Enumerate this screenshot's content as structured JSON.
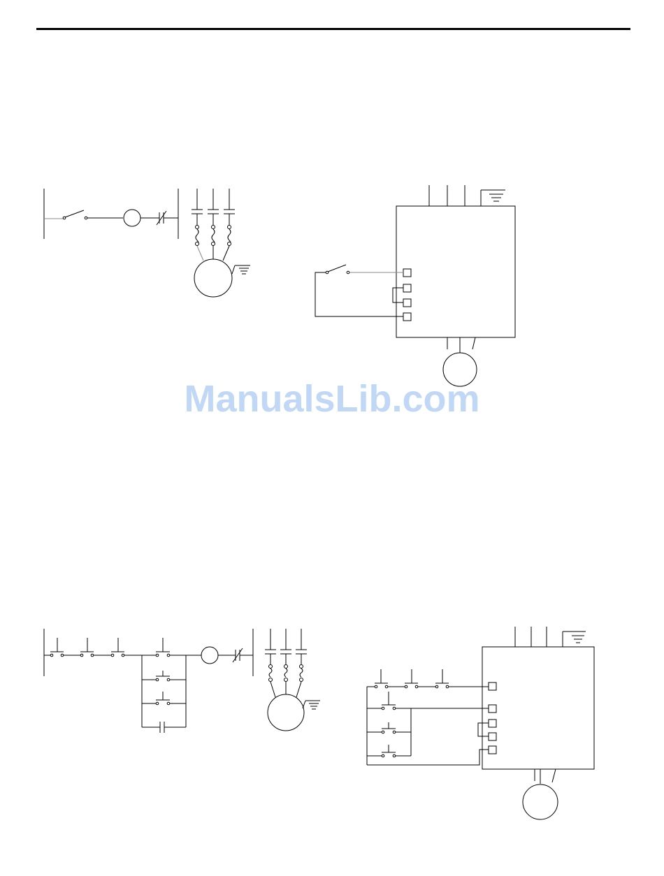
{
  "watermark": {
    "text": "ManualsLib.com",
    "color": "#69A0E6"
  },
  "diagrams": [
    {
      "id": "fig-a-ladder",
      "kind": "across-the-line motor starter ladder diagram, 2-wire control"
    },
    {
      "id": "fig-a-drive",
      "kind": "motor drive 2-wire control connection"
    },
    {
      "id": "fig-b-ladder",
      "kind": "across-the-line motor starter ladder diagram, 3-wire control with multiple stations"
    },
    {
      "id": "fig-b-drive",
      "kind": "motor drive 3-wire control connection with multiple stations"
    }
  ],
  "colors": {
    "line": "#000000",
    "faint_line": "#888888",
    "background": "#FFFFFF"
  }
}
